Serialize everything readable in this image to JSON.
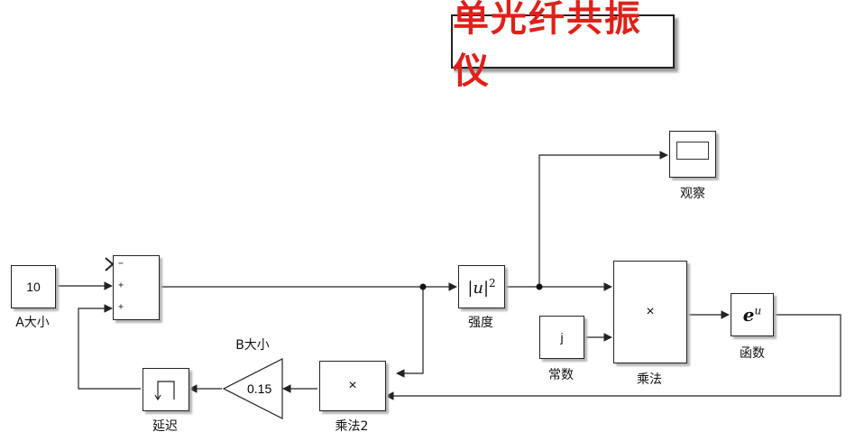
{
  "title": "单光纤共振仪",
  "blocks": {
    "a_gain": {
      "value": "10",
      "label": "A大小"
    },
    "sum": {
      "signs": [
        "−",
        "+",
        "+"
      ]
    },
    "intensity": {
      "base": "|u|",
      "exp": "2",
      "label": "强度"
    },
    "scope": {
      "label": "观察"
    },
    "constant": {
      "value": "j",
      "label": "常数"
    },
    "product": {
      "symbol": "×",
      "label": "乘法"
    },
    "exp_fn": {
      "base": "e",
      "exp": "u",
      "label": "函数"
    },
    "product2": {
      "symbol": "×",
      "label": "乘法2"
    },
    "b_gain": {
      "value": "0.15",
      "label": "B大小"
    },
    "delay": {
      "label": "延迟"
    }
  },
  "colors": {
    "title": "#e0201b",
    "line": "#222222"
  }
}
